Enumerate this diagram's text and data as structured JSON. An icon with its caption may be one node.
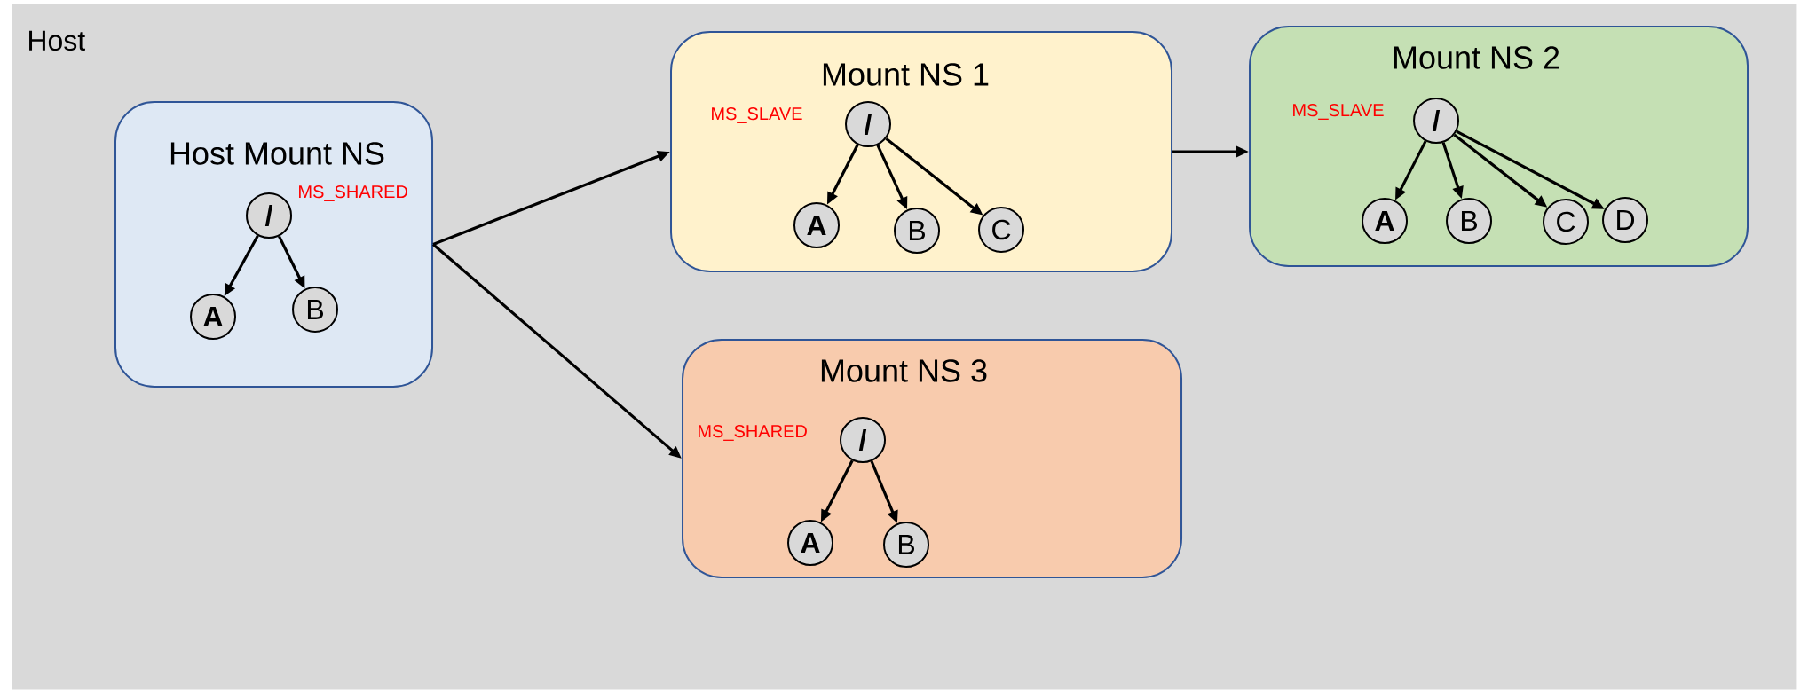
{
  "diagram": {
    "nodes": [
      {
        "text": [
          "Host"
        ]
      },
      {
        "text": [
          "Host Mount NS",
          "MS_SHARED"
        ],
        "in": 0
      },
      {
        "text": [
          "/"
        ],
        "in": 1
      },
      {
        "text": [
          "A"
        ],
        "in": 1
      },
      {
        "text": [
          "B"
        ],
        "in": 1
      },
      {
        "text": [
          "Mount NS 1",
          "MS_SLAVE"
        ],
        "in": 0
      },
      {
        "text": [
          "/"
        ],
        "in": 5
      },
      {
        "text": [
          "A"
        ],
        "in": 5
      },
      {
        "text": [
          "B"
        ],
        "in": 5
      },
      {
        "text": [
          "C"
        ],
        "in": 5
      },
      {
        "text": [
          "Mount NS 2",
          "MS_SLAVE"
        ],
        "in": 0
      },
      {
        "text": [
          "/"
        ],
        "in": 10
      },
      {
        "text": [
          "A"
        ],
        "in": 10
      },
      {
        "text": [
          "B"
        ],
        "in": 10
      },
      {
        "text": [
          "C"
        ],
        "in": 10
      },
      {
        "text": [
          "D"
        ],
        "in": 10
      },
      {
        "text": [
          "Mount NS 3",
          "MS_SHARED"
        ],
        "in": 0
      },
      {
        "text": [
          "/"
        ],
        "in": 16
      },
      {
        "text": [
          "A"
        ],
        "in": 16
      },
      {
        "text": [
          "B"
        ],
        "in": 16
      }
    ],
    "edges": [
      {
        "from": 1,
        "to": 5,
        "arrow": "to"
      },
      {
        "from": 1,
        "to": 16,
        "arrow": "to"
      },
      {
        "from": 5,
        "to": 10,
        "arrow": "to"
      },
      {
        "from": 2,
        "to": 3,
        "arrow": "to"
      },
      {
        "from": 2,
        "to": 4,
        "arrow": "to"
      },
      {
        "from": 6,
        "to": 7,
        "arrow": "to"
      },
      {
        "from": 6,
        "to": 8,
        "arrow": "to"
      },
      {
        "from": 6,
        "to": 9,
        "arrow": "to"
      },
      {
        "from": 11,
        "to": 12,
        "arrow": "to"
      },
      {
        "from": 11,
        "to": 13,
        "arrow": "to"
      },
      {
        "from": 11,
        "to": 14,
        "arrow": "to"
      },
      {
        "from": 11,
        "to": 15,
        "arrow": "to"
      },
      {
        "from": 17,
        "to": 18,
        "arrow": "to"
      },
      {
        "from": 17,
        "to": 19,
        "arrow": "to"
      }
    ]
  }
}
